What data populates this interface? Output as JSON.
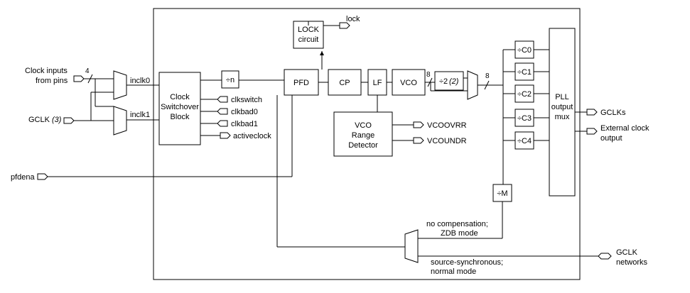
{
  "inputs": {
    "clock_inputs_line1": "Clock inputs",
    "clock_inputs_line2": "from pins",
    "bus_width_in": "4",
    "gclk_in": "GCLK",
    "gclk_note": "(3)",
    "pfdena": "pfdena"
  },
  "labels": {
    "inclk0": "inclk0",
    "inclk1": "inclk1",
    "lock": "lock"
  },
  "blocks": {
    "switchover_line1": "Clock",
    "switchover_line2": "Switchover",
    "switchover_line3": "Block",
    "div_n": "÷n",
    "pfd": "PFD",
    "cp": "CP",
    "lf": "LF",
    "vco": "VCO",
    "div2": "÷2",
    "div2_note": "(2)",
    "lock_line1": "LOCK",
    "lock_line2": "circuit",
    "range_line1": "VCO",
    "range_line2": "Range",
    "range_line3": "Detector",
    "c0": "÷C0",
    "c1": "÷C1",
    "c2": "÷C2",
    "c3": "÷C3",
    "c4": "÷C4",
    "div_m": "÷M",
    "mux_line1": "PLL",
    "mux_line2": "output",
    "mux_line3": "mux"
  },
  "switchover_outputs": [
    "clkswitch",
    "clkbad0",
    "clkbad1",
    "activeclock"
  ],
  "range_outputs": [
    "VCOOVRR",
    "VCOUNDR"
  ],
  "bus": {
    "vco_width": "8",
    "mux_width": "8"
  },
  "outputs": {
    "gclks": "GCLKs",
    "ext_line1": "External clock",
    "ext_line2": "output",
    "gclk_net_line1": "GCLK",
    "gclk_net_line2": "networks"
  },
  "compensation": {
    "nocomp_line1": "no compensation;",
    "nocomp_line2": "ZDB mode",
    "srcsync_line1": "source-synchronous;",
    "srcsync_line2": "normal mode"
  }
}
